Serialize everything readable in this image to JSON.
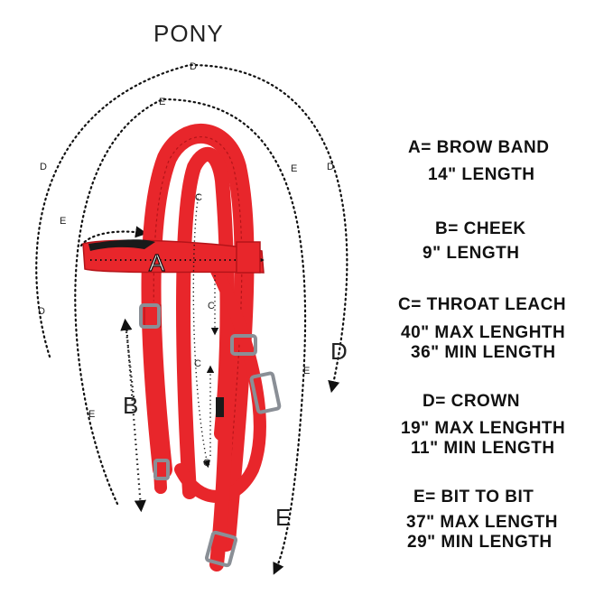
{
  "title": "PONY",
  "letters": {
    "a": "A",
    "b": "B",
    "c": "C",
    "d": "D",
    "e": "E"
  },
  "legend": [
    {
      "heading": "A= BROW BAND",
      "lines": [
        "14\" LENGTH"
      ]
    },
    {
      "heading": "B= CHEEK",
      "lines": [
        "9\" LENGTH"
      ]
    },
    {
      "heading": "C= THROAT LEACH",
      "lines": [
        "40\" MAX LENGHTH",
        "36\" MIN LENGTH"
      ]
    },
    {
      "heading": "D= CROWN",
      "lines": [
        "19\" MAX LENGHTH",
        "11\" MIN LENGTH"
      ]
    },
    {
      "heading": "E= BIT TO BIT",
      "lines": [
        "37\" MAX LENGTH",
        "29\" MIN LENGTH"
      ]
    }
  ],
  "colors": {
    "strap": "#e8262b",
    "strap_dark": "#b51419",
    "buckle": "#8a8f96",
    "leader": "#111111",
    "lining": "#1a1a1a"
  }
}
